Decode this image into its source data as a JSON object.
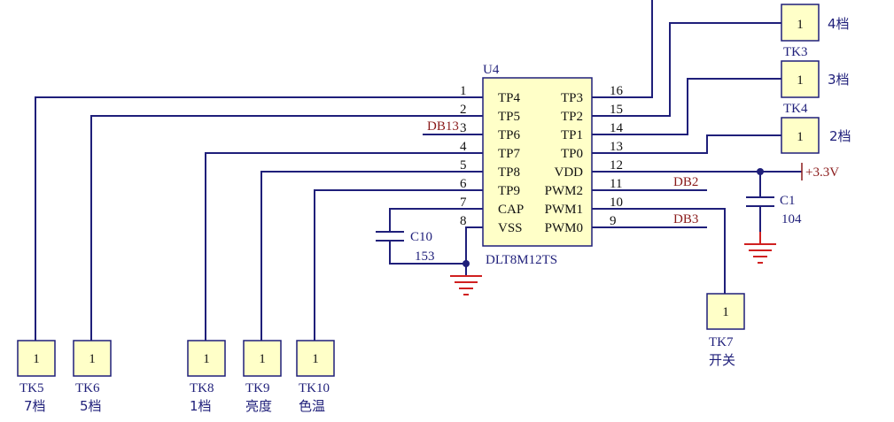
{
  "chip": {
    "ref": "U4",
    "part": "DLT8M12TS",
    "left_pins": [
      {
        "num": "1",
        "name": "TP4"
      },
      {
        "num": "2",
        "name": "TP5"
      },
      {
        "num": "3",
        "name": "TP6"
      },
      {
        "num": "4",
        "name": "TP7"
      },
      {
        "num": "5",
        "name": "TP8"
      },
      {
        "num": "6",
        "name": "TP9"
      },
      {
        "num": "7",
        "name": "CAP"
      },
      {
        "num": "8",
        "name": "VSS"
      }
    ],
    "right_pins": [
      {
        "num": "16",
        "name": "TP3"
      },
      {
        "num": "15",
        "name": "TP2"
      },
      {
        "num": "14",
        "name": "TP1"
      },
      {
        "num": "13",
        "name": "TP0"
      },
      {
        "num": "12",
        "name": "VDD"
      },
      {
        "num": "11",
        "name": "PWM2"
      },
      {
        "num": "10",
        "name": "PWM1"
      },
      {
        "num": "9",
        "name": "PWM0"
      }
    ]
  },
  "nets": {
    "db13": "DB13",
    "db2": "DB2",
    "db3": "DB3",
    "vcc": "+3.3V"
  },
  "caps": {
    "c10": {
      "ref": "C10",
      "value": "153"
    },
    "c1": {
      "ref": "C1",
      "value": "104"
    }
  },
  "pads_top": [
    {
      "ref": "TK3",
      "pin": "1",
      "label": "4档"
    },
    {
      "ref": "TK4",
      "pin": "1",
      "label": "3档"
    },
    {
      "ref": "",
      "pin": "1",
      "label": "2档"
    }
  ],
  "pads_bottom": [
    {
      "ref": "TK5",
      "pin": "1",
      "label": "7档"
    },
    {
      "ref": "TK6",
      "pin": "1",
      "label": "5档"
    },
    {
      "ref": "TK8",
      "pin": "1",
      "label": "1档"
    },
    {
      "ref": "TK9",
      "pin": "1",
      "label": "亮度"
    },
    {
      "ref": "TK10",
      "pin": "1",
      "label": "色温"
    },
    {
      "ref": "TK7",
      "pin": "1",
      "label": "开关"
    }
  ]
}
